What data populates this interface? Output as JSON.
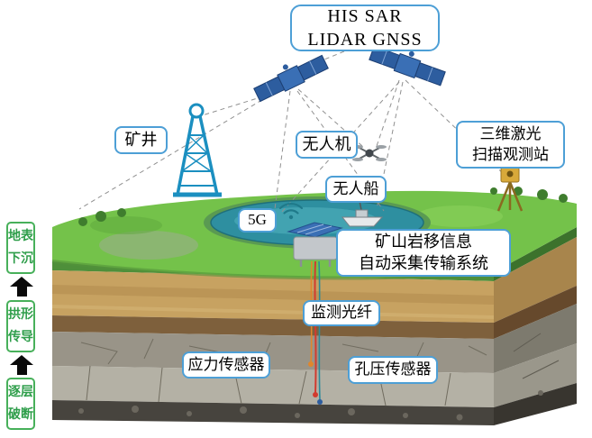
{
  "title_box": {
    "lines": [
      "HIS SAR",
      "LIDAR GNSS"
    ]
  },
  "labels": {
    "mine_shaft": "矿井",
    "uav": "无人机",
    "laser_station": [
      "三维激光",
      "扫描观测站"
    ],
    "unmanned_boat": "无人船",
    "network_5g": "5G",
    "collection_system": [
      "矿山岩移信息",
      "自动采集传输系统"
    ],
    "monitoring_fiber": "监测光纤",
    "stress_sensor": "应力传感器",
    "pore_pressure_sensor": "孔压传感器"
  },
  "process_steps": [
    {
      "lines": [
        "地表",
        "下沉"
      ]
    },
    {
      "lines": [
        "拱形",
        "传导"
      ]
    },
    {
      "lines": [
        "逐层",
        "破断"
      ]
    }
  ],
  "icons": {
    "satellite_left": "satellite-icon",
    "satellite_right": "satellite-icon",
    "uav_drone": "drone-icon",
    "mine_derrick": "mine-derrick-icon",
    "laser_scanner": "laser-scanner-tripod-icon",
    "boat": "boat-icon",
    "wifi": "wifi-signal-icon",
    "data_logger": "data-logger-icon",
    "up_arrow": "up-arrow-icon"
  },
  "colors": {
    "label_border_blue": "#4d9fd6",
    "step_border_green": "#47b05a",
    "step_text_green": "#2f9e4b",
    "grass_green": "#74c24a",
    "water_teal": "#2e8fa0",
    "satellite_blue": "#2d5d9f",
    "derrick_blue": "#1b8fc0",
    "scanner_yellow": "#d8a93a",
    "cable_red": "#d23b2f"
  }
}
